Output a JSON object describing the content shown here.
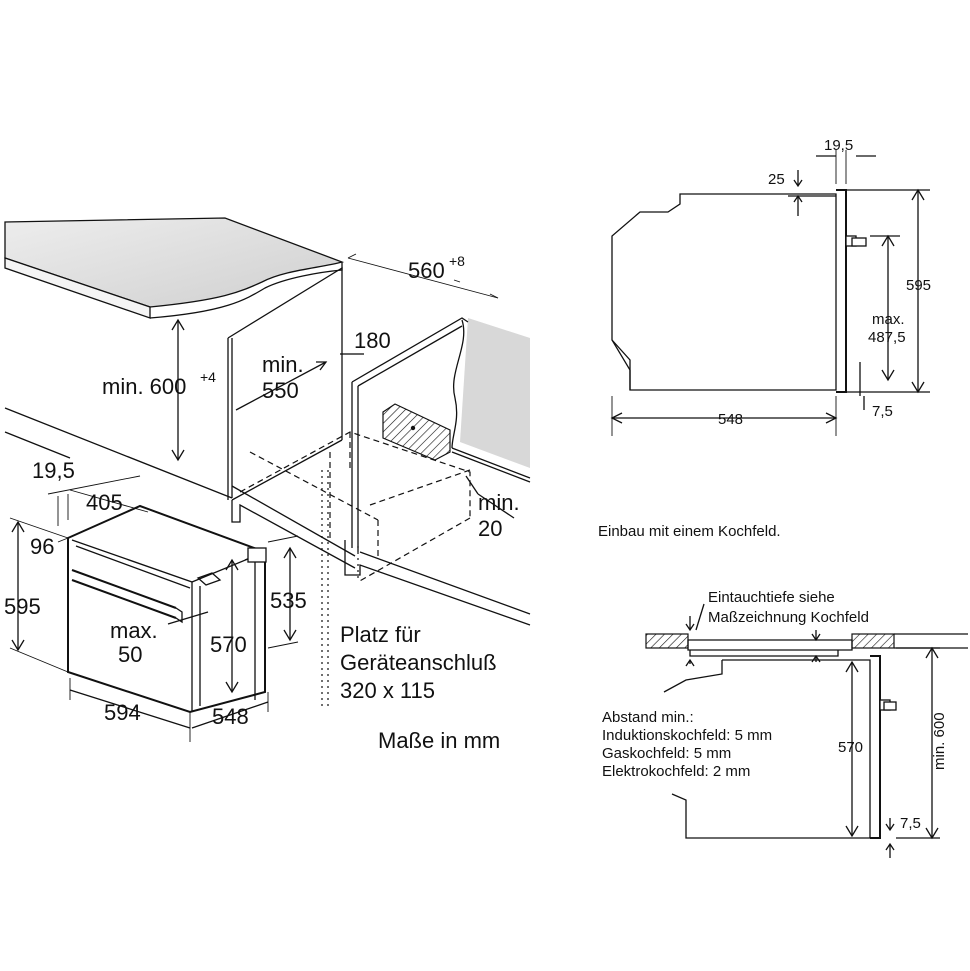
{
  "iso_view": {
    "width_560": "560",
    "width_560_tol": "+8",
    "depth_min_550_a": "min.",
    "depth_min_550_b": "550",
    "gap_180": "180",
    "height_min_600": "min. 600",
    "height_min_600_tol": "+4",
    "min_20_a": "min.",
    "min_20_b": "20",
    "d_19_5": "19,5",
    "d_405": "405",
    "d_96": "96",
    "d_595": "595",
    "d_max50_a": "max.",
    "d_max50_b": "50",
    "d_570": "570",
    "d_535": "535",
    "d_594": "594",
    "d_548": "548",
    "platz_1": "Platz für",
    "platz_2": "Geräteanschluß",
    "platz_3": "320 x 115",
    "units": "Maße in mm"
  },
  "side_view": {
    "d_19_5": "19,5",
    "d_25": "25",
    "d_595": "595",
    "max_label": "max.",
    "d_487_5": "487,5",
    "d_548": "548",
    "d_7_5": "7,5"
  },
  "cooktop_view": {
    "title": "Einbau mit einem Kochfeld.",
    "note_1": "Eintauchtiefe siehe",
    "note_2": "Maßzeichnung Kochfeld",
    "abstand": "Abstand min.:",
    "induktion": "Induktionskochfeld: 5 mm",
    "gas": "Gaskochfeld: 5 mm",
    "elektro": "Elektrokochfeld: 2 mm",
    "d_570": "570",
    "d_min600": "min. 600",
    "d_7_5": "7,5"
  },
  "colors": {
    "countertop_fill": "#e2e2e2",
    "hatch": "#111111"
  }
}
